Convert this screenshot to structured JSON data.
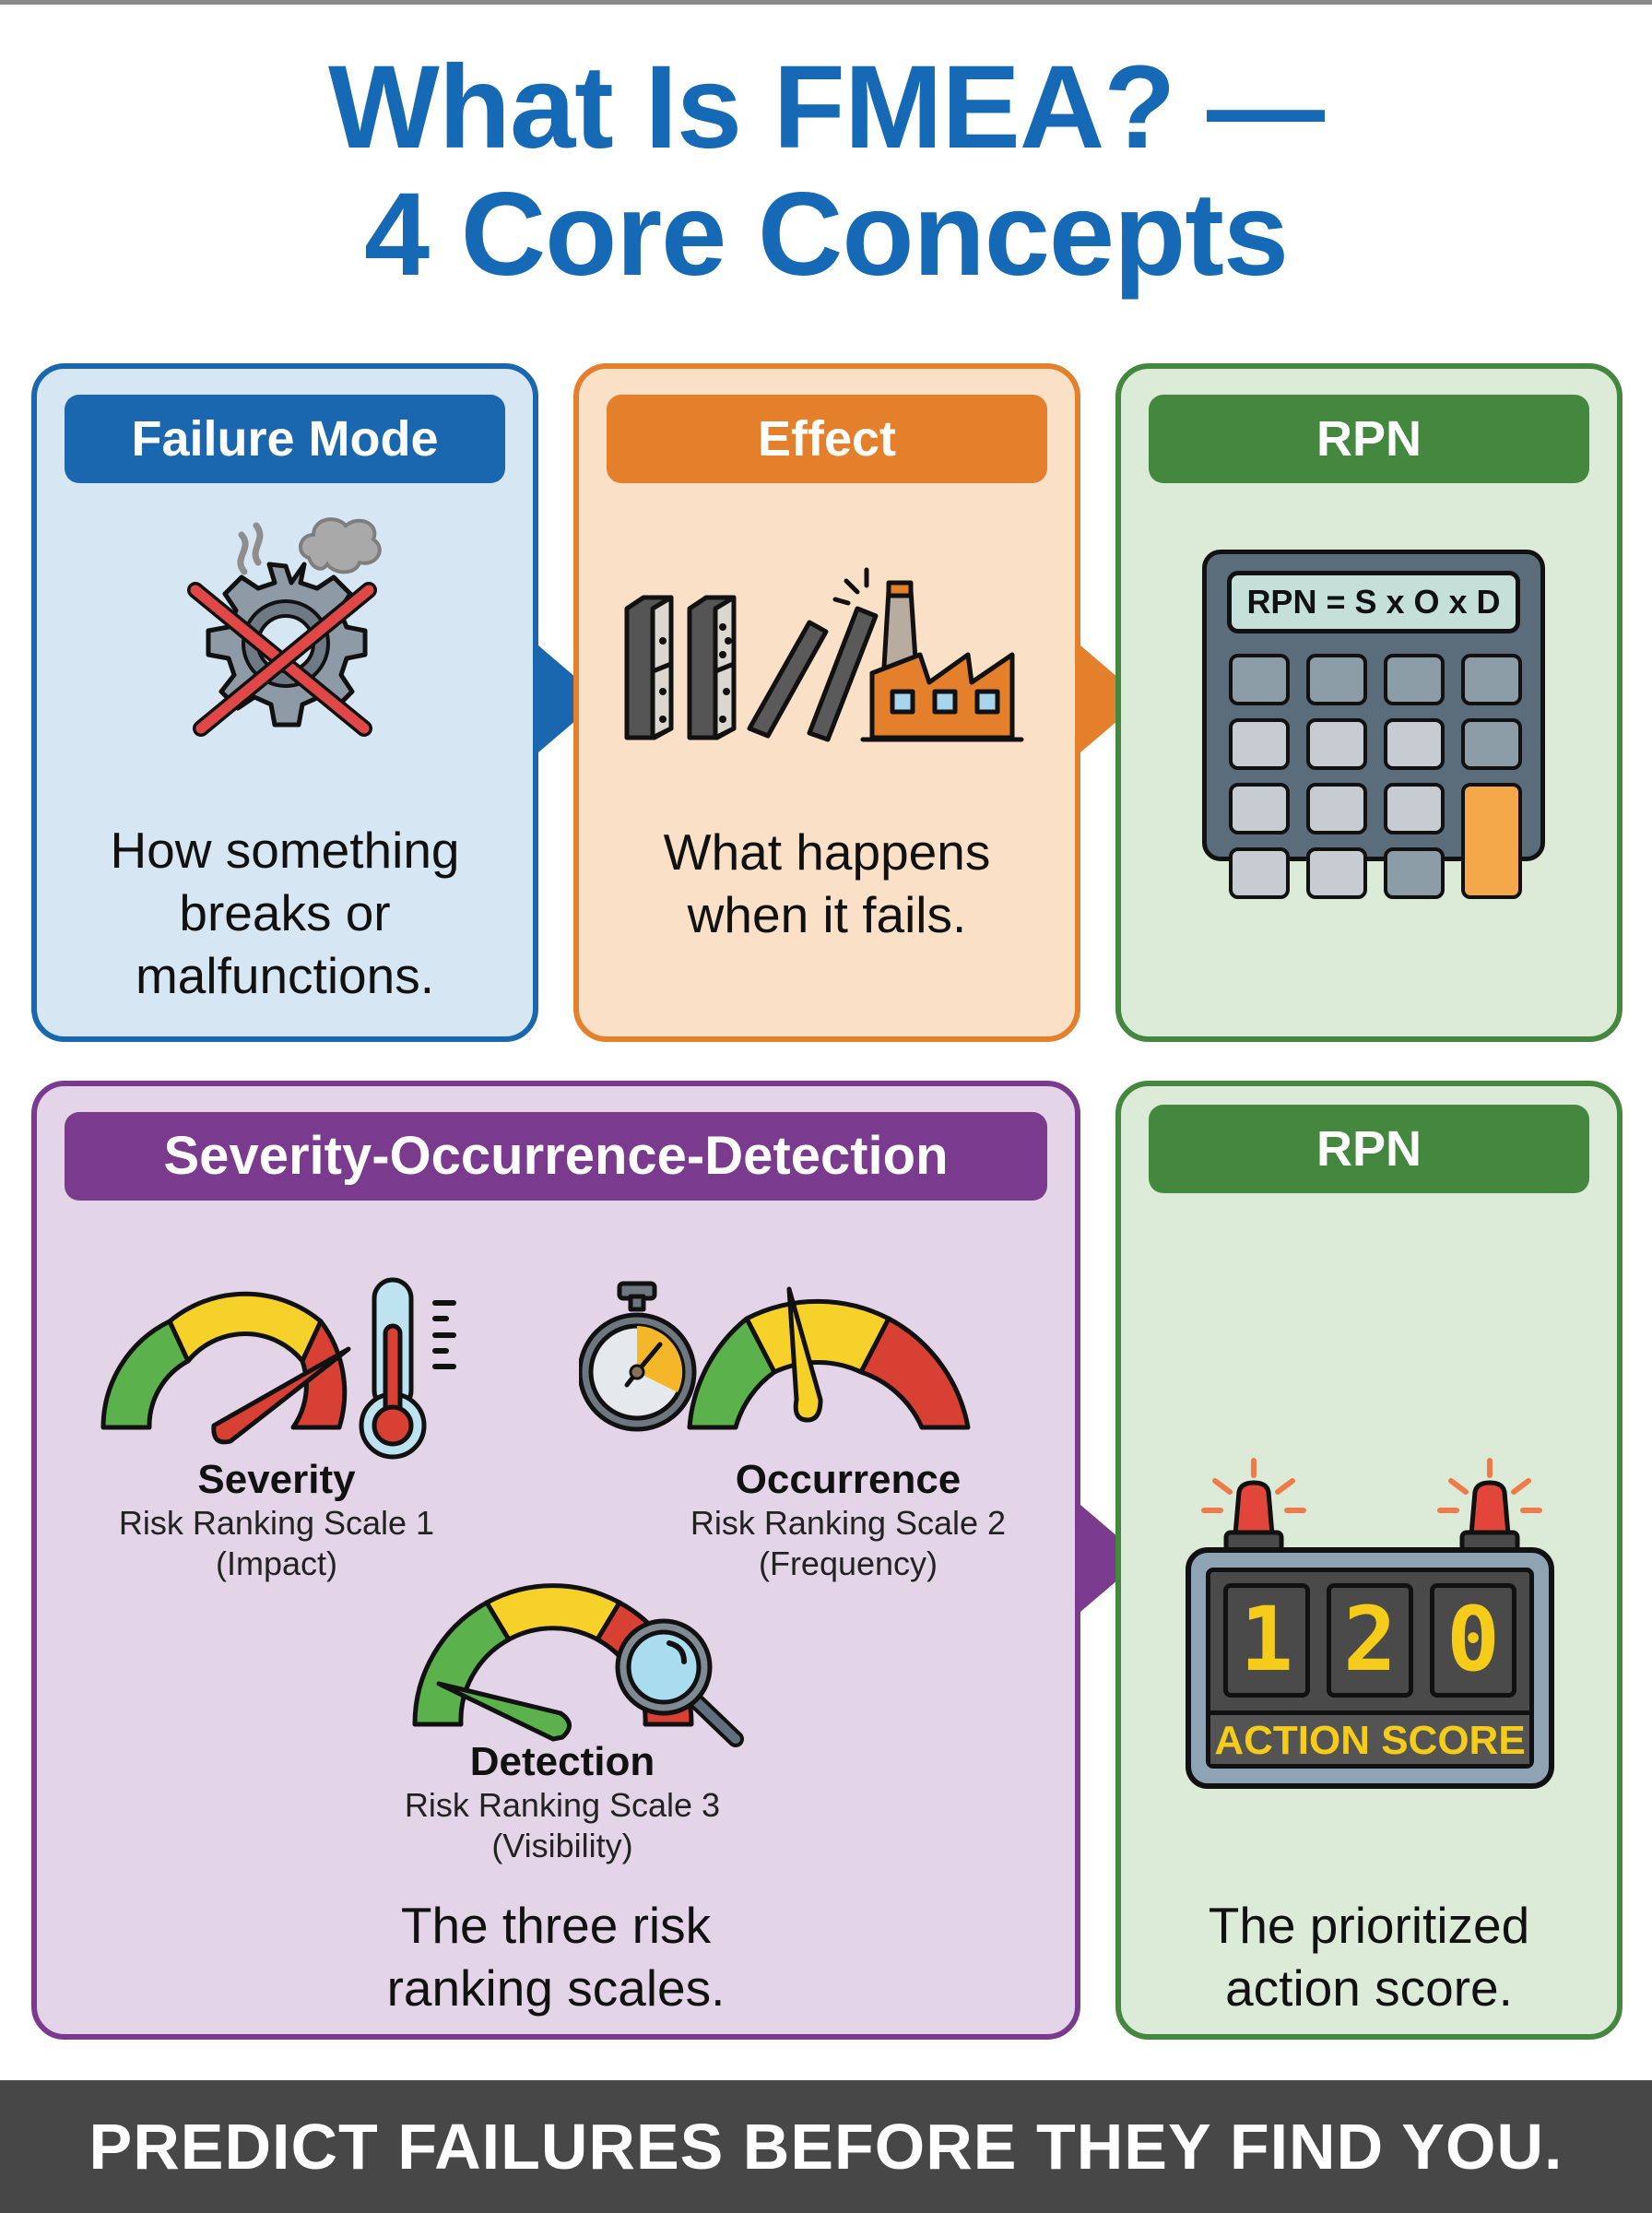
{
  "title": {
    "line1": "What Is FMEA? —",
    "line2": "4 Core Concepts"
  },
  "colors": {
    "title": "#1569b5",
    "blue": "#1a67b0",
    "orange": "#e47f2c",
    "green": "#44883f",
    "purple": "#7a3a8e",
    "footer_bg": "#474747"
  },
  "cards": {
    "failure_mode": {
      "header": "Failure Mode",
      "icon": "broken-gear-icon",
      "description_lines": [
        "How something",
        "breaks or",
        "malfunctions."
      ]
    },
    "effect": {
      "header": "Effect",
      "icon": "domino-factory-icon",
      "description_lines": [
        "What happens",
        "when it fails."
      ]
    },
    "rpn_formula": {
      "header": "RPN",
      "icon": "calculator-icon",
      "display": "RPN = S x O x D"
    },
    "sod": {
      "header": "Severity-Occurrence-Detection",
      "scales": [
        {
          "name": "Severity",
          "line1": "Risk Ranking Scale 1",
          "line2": "(Impact)",
          "icon": "gauge-thermometer-icon",
          "needle_level": "high"
        },
        {
          "name": "Occurrence",
          "line1": "Risk Ranking Scale 2",
          "line2": "(Frequency)",
          "icon": "gauge-stopwatch-icon",
          "needle_level": "medium"
        },
        {
          "name": "Detection",
          "line1": "Risk Ranking Scale 3",
          "line2": "(Visibility)",
          "icon": "gauge-magnifier-icon",
          "needle_level": "low"
        }
      ],
      "description_lines": [
        "The three risk",
        "ranking scales."
      ]
    },
    "rpn_score": {
      "header": "RPN",
      "icon": "scoreboard-icon",
      "digits": [
        "1",
        "2",
        "0"
      ],
      "score_label": "ACTION SCORE",
      "description_lines": [
        "The prioritized",
        "action score."
      ]
    }
  },
  "footer": {
    "text": "PREDICT FAILURES BEFORE THEY FIND YOU."
  }
}
